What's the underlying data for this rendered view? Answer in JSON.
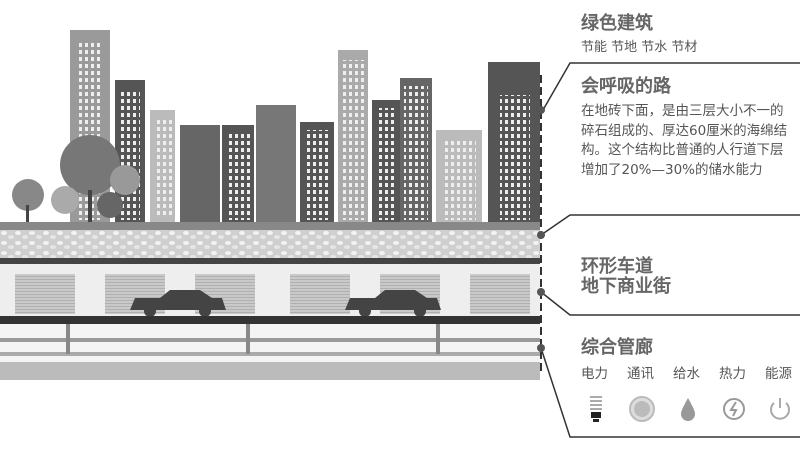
{
  "green_building": {
    "title": "绿色建筑",
    "subtitle": "节能 节地 节水 节材"
  },
  "breathing_road": {
    "title": "会呼吸的路",
    "description": "在地砖下面，是由三层大小不一的碎石组成的、厚达60厘米的海绵结构。这个结构比普通的人行道下层增加了20%—30%的储水能力"
  },
  "ring_road": {
    "line1": "环形车道",
    "line2": "地下商业街"
  },
  "utility_tunnel": {
    "title": "综合管廊",
    "items": [
      {
        "label": "电力",
        "icon": "light-bulb-icon"
      },
      {
        "label": "通讯",
        "icon": "globe-icon"
      },
      {
        "label": "给水",
        "icon": "water-drop-icon"
      },
      {
        "label": "热力",
        "icon": "sun-lightning-icon"
      },
      {
        "label": "能源",
        "icon": "power-icon"
      }
    ]
  }
}
